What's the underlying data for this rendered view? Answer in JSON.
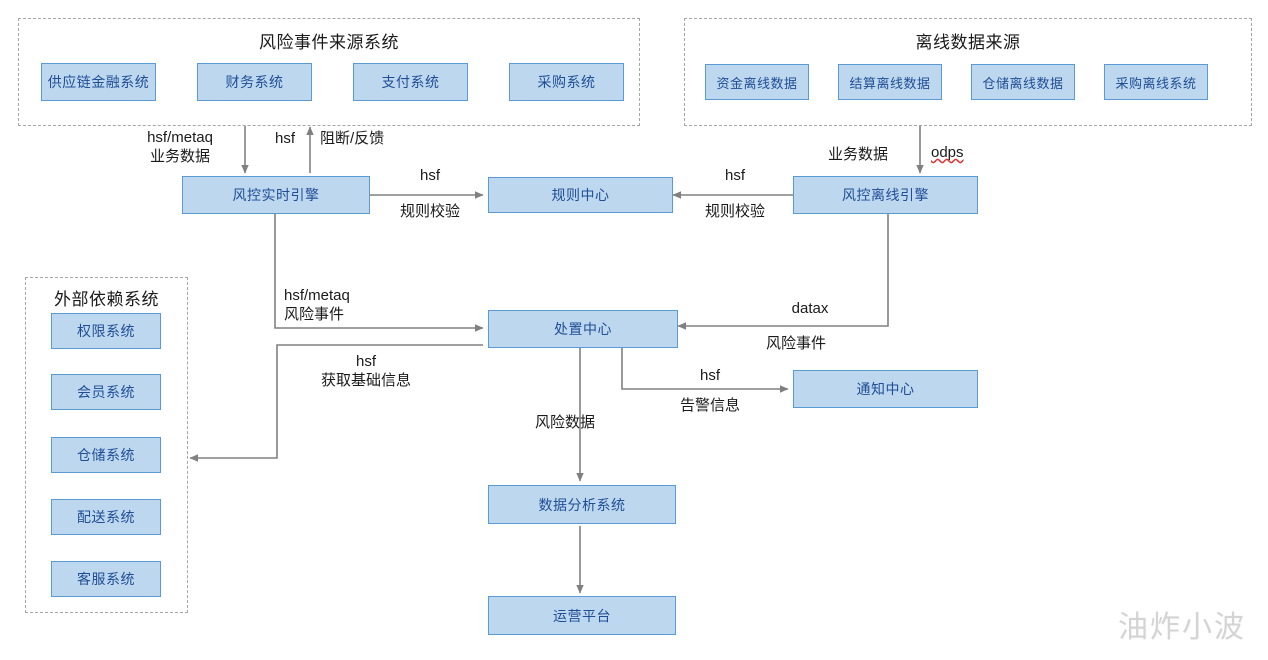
{
  "diagram": {
    "watermark": "油炸小波",
    "colors": {
      "node_fill": "#bdd7ee",
      "node_border": "#5b9bd5",
      "node_text": "#1f4e96",
      "group_border": "#a6a6a6",
      "arrow": "#808080",
      "spellcheck_underline": "#e03030"
    }
  },
  "groups": [
    {
      "id": "risk-event-source",
      "title": "风险事件来源系统",
      "nodes": [
        {
          "label": "供应链金融系统"
        },
        {
          "label": "财务系统"
        },
        {
          "label": "支付系统"
        },
        {
          "label": "采购系统"
        }
      ]
    },
    {
      "id": "offline-data-source",
      "title": "离线数据来源",
      "nodes": [
        {
          "label": "资金离线数据"
        },
        {
          "label": "结算离线数据"
        },
        {
          "label": "仓储离线数据"
        },
        {
          "label": "采购离线系统"
        }
      ]
    },
    {
      "id": "external-dependency",
      "title": "外部依赖系统",
      "nodes": [
        {
          "label": "权限系统"
        },
        {
          "label": "会员系统"
        },
        {
          "label": "仓储系统"
        },
        {
          "label": "配送系统"
        },
        {
          "label": "客服系统"
        }
      ]
    }
  ],
  "nodes": {
    "realtime_engine": "风控实时引擎",
    "rule_center": "规则中心",
    "offline_engine": "风控离线引擎",
    "disposal_center": "处置中心",
    "notification_center": "通知中心",
    "data_analysis": "数据分析系统",
    "operation_platform": "运营平台"
  },
  "edges": {
    "source_to_realtime": {
      "line1": "hsf/metaq",
      "line2": "业务数据"
    },
    "realtime_block_feedback": {
      "line1": "hsf",
      "line2": "阻断/反馈"
    },
    "realtime_to_rule": {
      "line1": "hsf",
      "line2": "规则校验"
    },
    "offline_to_rule": {
      "line1": "hsf",
      "line2": "规则校验"
    },
    "offline_business_data": {
      "line1": "业务数据"
    },
    "offline_odps": {
      "line1": "odps"
    },
    "realtime_to_disposal": {
      "line1": "hsf/metaq",
      "line2": "风险事件"
    },
    "disposal_to_external": {
      "line1": "hsf",
      "line2": "获取基础信息"
    },
    "offline_to_disposal": {
      "line1": "datax",
      "line2": "风险事件"
    },
    "disposal_to_notification": {
      "line1": "hsf",
      "line2": "告警信息"
    },
    "disposal_to_analysis": {
      "line1": "风险数据"
    }
  }
}
